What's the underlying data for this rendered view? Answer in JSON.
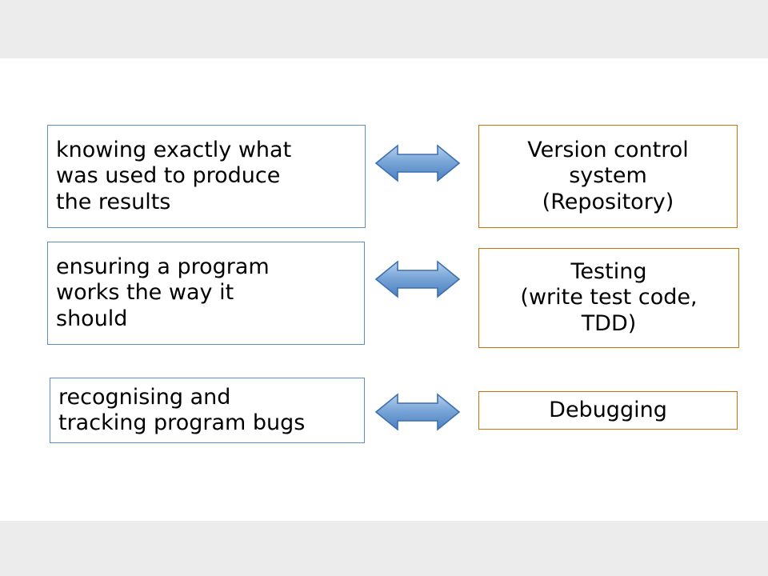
{
  "slide": {
    "background_color": "#ffffff",
    "letterbox_color": "#ececec",
    "left_box_border_color": "#5b8fc9",
    "right_box_border_color": "#d2700b",
    "arrow_fill_top_color": "#a8c6e8",
    "arrow_fill_bottom_color": "#4e82c0",
    "arrow_outline_color": "#3c6fb0",
    "text_color": "#000000"
  },
  "rows": [
    {
      "left": {
        "lines": [
          "knowing exactly what",
          "was used to produce",
          "the results"
        ]
      },
      "arrow": {
        "icon": "double-headed-arrow-icon"
      },
      "right": {
        "lines": [
          "Version control",
          "system",
          "(Repository)"
        ]
      }
    },
    {
      "left": {
        "lines": [
          "ensuring a program",
          "works the way it",
          "should"
        ]
      },
      "arrow": {
        "icon": "double-headed-arrow-icon"
      },
      "right": {
        "lines": [
          "Testing",
          "(write test code,",
          "TDD)"
        ]
      }
    },
    {
      "left": {
        "lines": [
          "recognising and",
          "tracking program bugs"
        ]
      },
      "arrow": {
        "icon": "double-headed-arrow-icon"
      },
      "right": {
        "lines": [
          "Debugging"
        ]
      }
    }
  ]
}
